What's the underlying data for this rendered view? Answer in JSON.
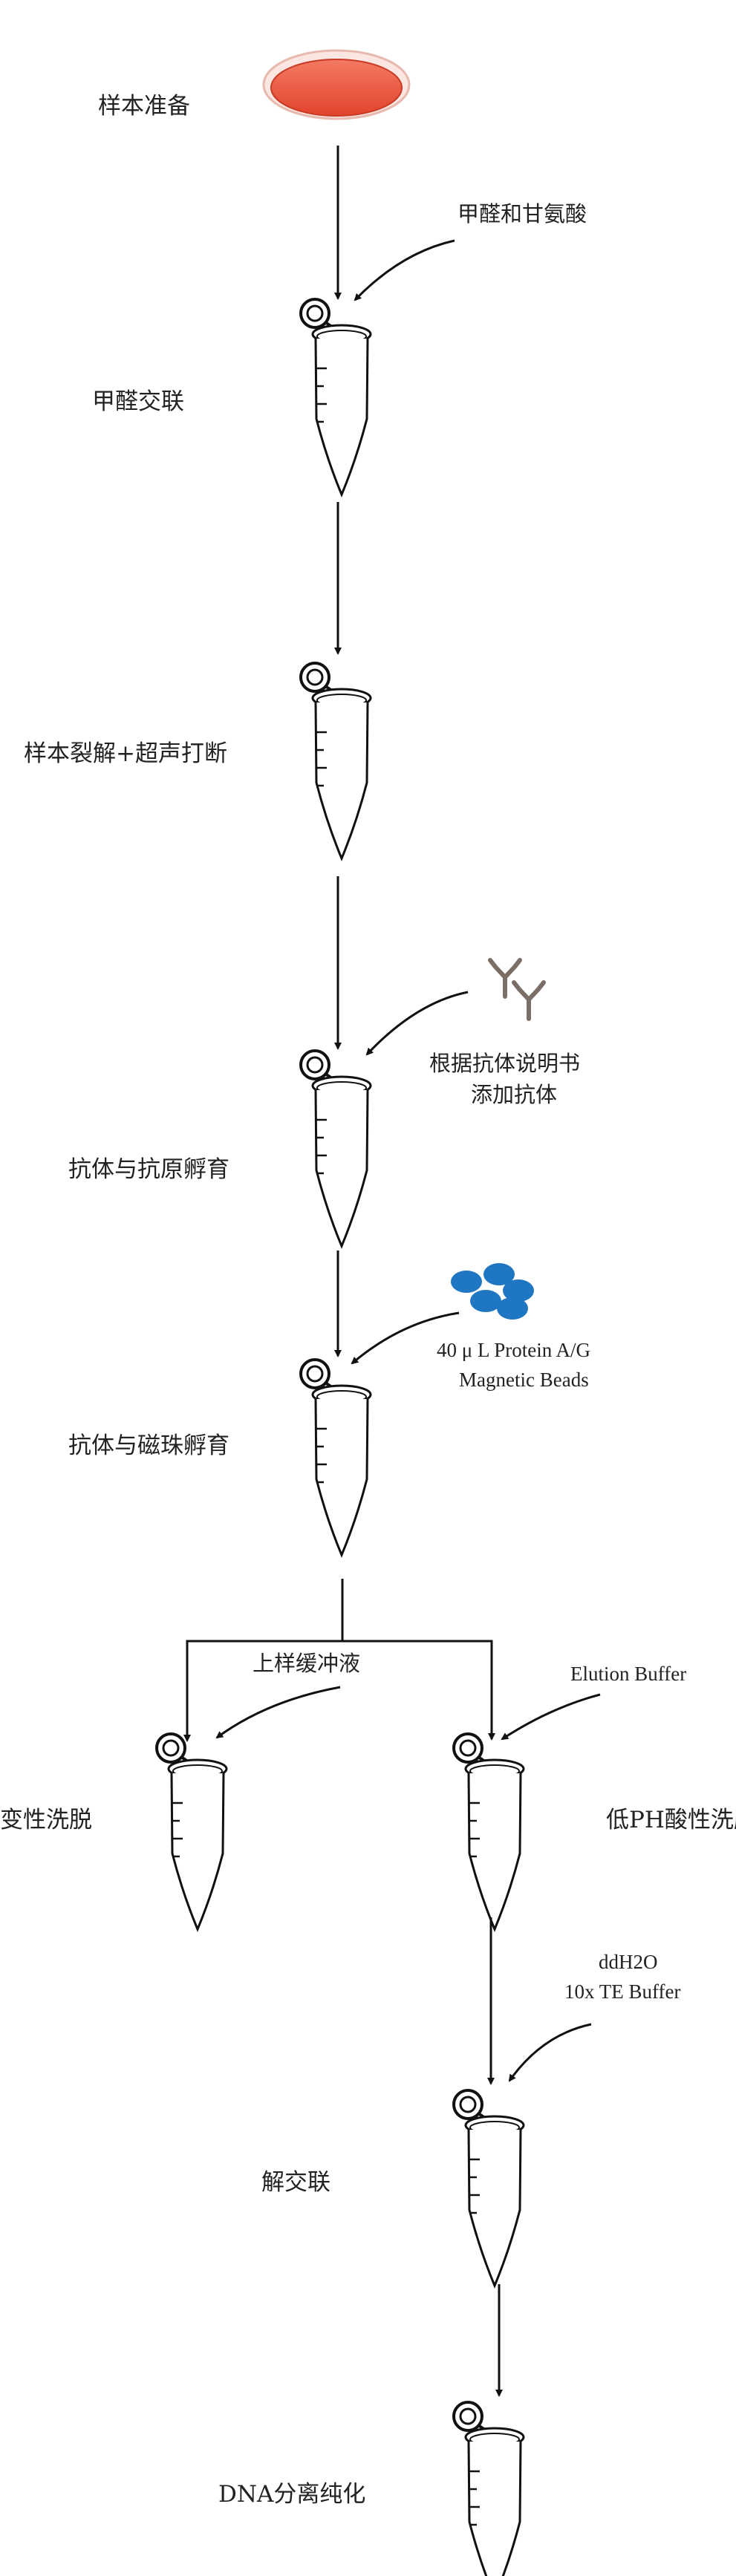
{
  "steps": [
    {
      "label": "样本准备"
    },
    {
      "label": "甲醛交联"
    },
    {
      "label": "样本裂解+超声打断"
    },
    {
      "label": "抗体与抗原孵育"
    },
    {
      "label": "抗体与磁珠孵育"
    },
    {
      "label": "变性洗脱"
    },
    {
      "label": "低PH酸性洗脱"
    },
    {
      "label": "解交联"
    },
    {
      "label": "DNA分离纯化"
    }
  ],
  "reagents": {
    "formaldehyde": "甲醛和甘氨酸",
    "antibody_line1": "根据抗体说明书",
    "antibody_line2": "添加抗体",
    "beads_line1": "40 μ L Protein A/G",
    "beads_line2": "Magnetic Beads",
    "loading_buffer": "上样缓冲液",
    "elution_buffer": "Elution Buffer",
    "decrosslink_line1": "ddH2O",
    "decrosslink_line2": "10x TE Buffer"
  },
  "colors": {
    "dish_fill": "#f0644c",
    "dish_rim": "#fbe6e1",
    "beads": "#1f77c4",
    "antibody": "#7a6e66",
    "line": "#111111"
  }
}
